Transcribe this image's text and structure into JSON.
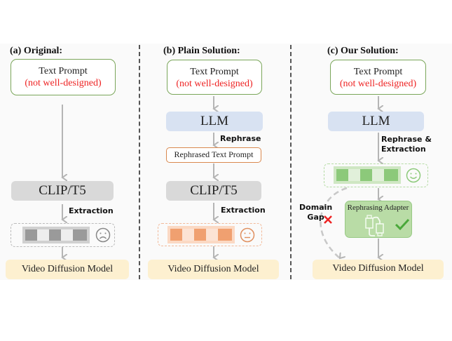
{
  "panels": [
    {
      "title": "(a) Original:",
      "prompt": {
        "line1": "Text Prompt",
        "line2": "(not well-designed)"
      },
      "encoder": "CLIP/T5",
      "edge_label": "Extraction",
      "embedding_state": "sad",
      "embedding_face_icon": "sad-face-icon",
      "model": "Video Diffusion Model"
    },
    {
      "title": "(b) Plain Solution:",
      "prompt": {
        "line1": "Text Prompt",
        "line2": "(not well-designed)"
      },
      "llm": "LLM",
      "llm_edge_label": "Rephrase",
      "rephrased": "Rephrased Text Prompt",
      "encoder": "CLIP/T5",
      "edge_label": "Extraction",
      "embedding_state": "neutral",
      "embedding_face_icon": "neutral-face-icon",
      "model": "Video Diffusion Model"
    },
    {
      "title": "(c) Our Solution:",
      "prompt": {
        "line1": "Text Prompt",
        "line2": "(not well-designed)"
      },
      "llm": "LLM",
      "llm_edge_label_1": "Rephrase &",
      "llm_edge_label_2": "Extraction",
      "embedding_state": "happy",
      "embedding_face_icon": "happy-face-icon",
      "adapter": "Rephrasing Adapter",
      "adapter_icon": "plug-connector-icon",
      "adapter_status_icon": "check-icon",
      "gap_label_1": "Domain",
      "gap_label_2": "Gap",
      "gap_status_icon": "cross-icon",
      "model": "Video Diffusion Model"
    }
  ],
  "colors": {
    "prompt_border": "#7aa65a",
    "prompt_warning_text": "#ee2222",
    "encoder_fill": "#d9d9d9",
    "llm_fill": "#d8e2f2",
    "model_fill": "#fdf0d0",
    "rephrased_border": "#d9884e",
    "embedding_a": "#9a9a9a",
    "embedding_b": "#f0a070",
    "embedding_c": "#8cc97a",
    "adapter_fill": "#b9dca6",
    "arrow": "#b5b5b5"
  }
}
